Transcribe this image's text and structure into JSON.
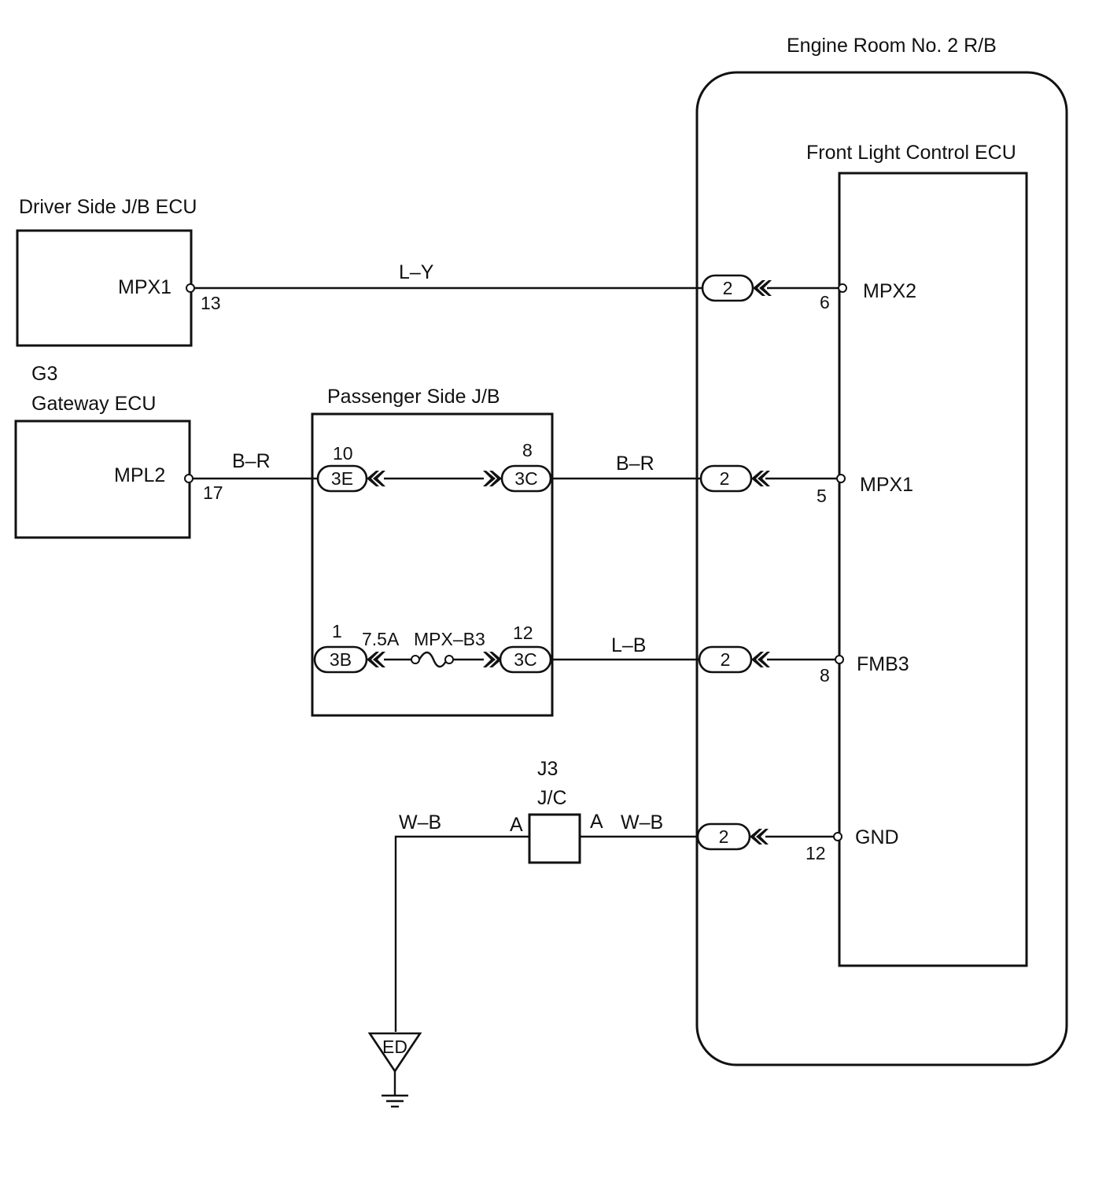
{
  "components": {
    "engine_room_rb": "Engine Room No. 2 R/B",
    "front_light_ecu": "Front Light Control ECU",
    "driver_jb_ecu": "Driver Side J/B ECU",
    "gateway_code": "G3",
    "gateway_ecu": "Gateway ECU",
    "passenger_jb": "Passenger Side J/B",
    "jc_code": "J3",
    "jc_name": "J/C",
    "ground_code": "ED"
  },
  "driver_ecu": {
    "terminal": "MPX1",
    "pin": "13"
  },
  "gateway": {
    "terminal": "MPL2",
    "pin": "17"
  },
  "front_ecu_terminals": [
    {
      "name": "MPX2",
      "pin": "6"
    },
    {
      "name": "MPX1",
      "pin": "5"
    },
    {
      "name": "FMB3",
      "pin": "8"
    },
    {
      "name": "GND",
      "pin": "12"
    }
  ],
  "rb_connectors": [
    "2",
    "2",
    "2",
    "2"
  ],
  "wire_colors": {
    "line1": "L–Y",
    "line2_left": "B–R",
    "line2_right": "B–R",
    "line3": "L–B",
    "ground_left": "W–B",
    "ground_right": "W–B"
  },
  "passenger_jb": {
    "conn_3e": {
      "label": "3E",
      "pin": "10"
    },
    "conn_3c_top": {
      "label": "3C",
      "pin": "8"
    },
    "conn_3b": {
      "label": "3B",
      "pin": "1"
    },
    "conn_3c_bottom": {
      "label": "3C",
      "pin": "12"
    },
    "fuse_amp": "7.5A",
    "fuse_name": "MPX–B3"
  },
  "jc": {
    "pin_left": "A",
    "pin_right": "A"
  }
}
